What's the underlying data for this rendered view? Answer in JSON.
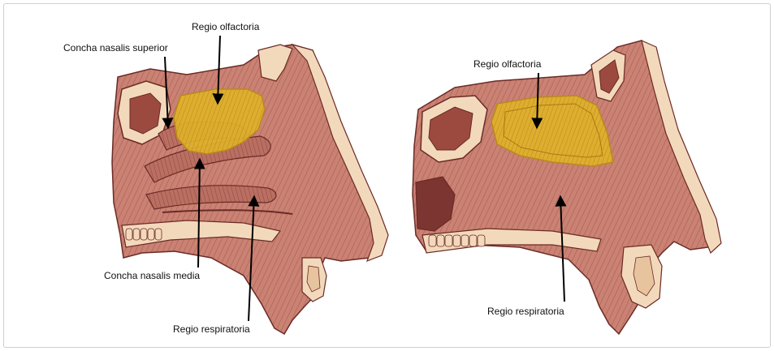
{
  "figures": [
    {
      "labels": {
        "olfactory": "Regio olfactoria",
        "superior_concha": "Concha nasalis superior",
        "middle_concha": "Concha nasalis media",
        "respiratory": "Regio respiratoria"
      }
    },
    {
      "labels": {
        "olfactory": "Regio olfactoria",
        "respiratory": "Regio respiratoria"
      }
    }
  ],
  "colors": {
    "tissue": "#c98273",
    "tissue_dark": "#8a3f38",
    "bone": "#f3d9bc",
    "olfactory_region": "#e0b22a",
    "outline": "#6b2a26",
    "arrow": "#000000"
  }
}
